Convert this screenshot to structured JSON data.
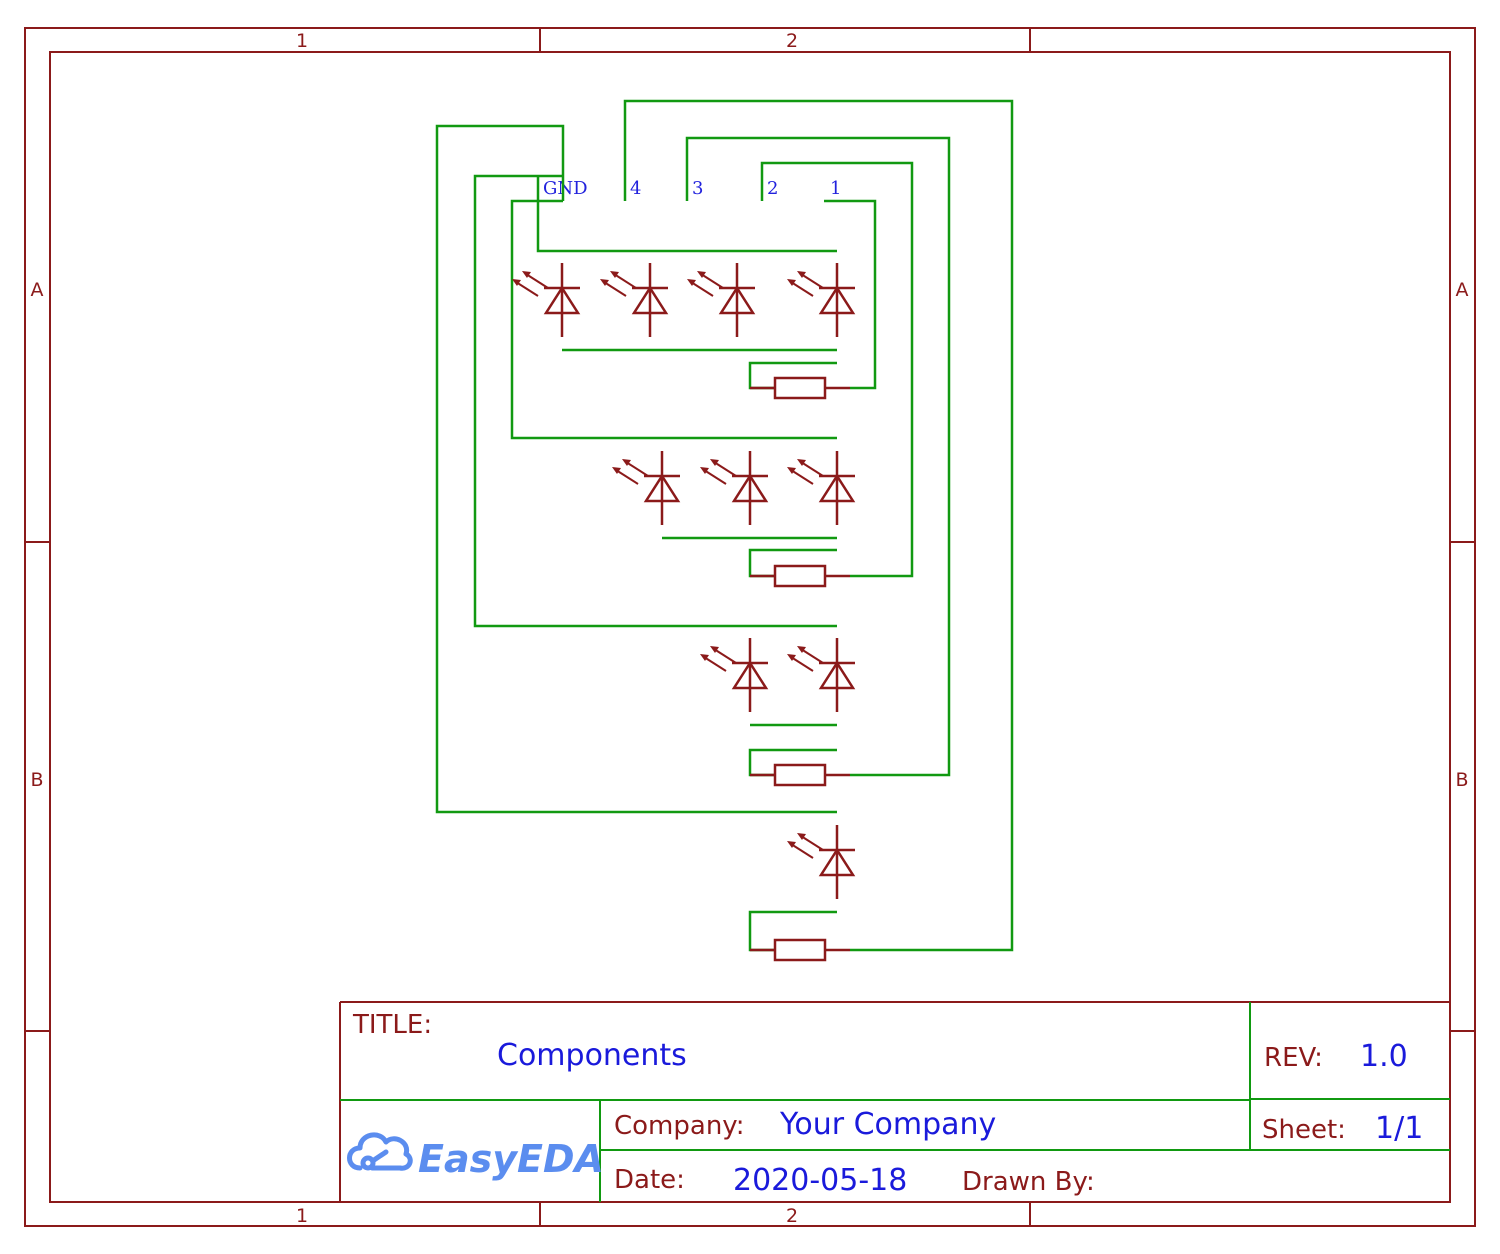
{
  "frame": {
    "columns": [
      "1",
      "2"
    ],
    "rows": [
      "A",
      "B"
    ]
  },
  "connector": {
    "pins": [
      "GND",
      "4",
      "3",
      "2",
      "1"
    ]
  },
  "title_block": {
    "title_label": "TITLE:",
    "title": "Components",
    "rev_label": "REV:",
    "rev": "1.0",
    "company_label": "Company:",
    "company": "Your Company",
    "sheet_label": "Sheet:",
    "sheet": "1/1",
    "date_label": "Date:",
    "date": "2020-05-18",
    "drawn_by_label": "Drawn By:",
    "logo": "EasyEDA"
  },
  "colors": {
    "frame": "#8b1a1a",
    "wire": "#119911",
    "pin_text": "#2222dd",
    "value_text": "#1a1adb",
    "logo": "#5b8def"
  }
}
